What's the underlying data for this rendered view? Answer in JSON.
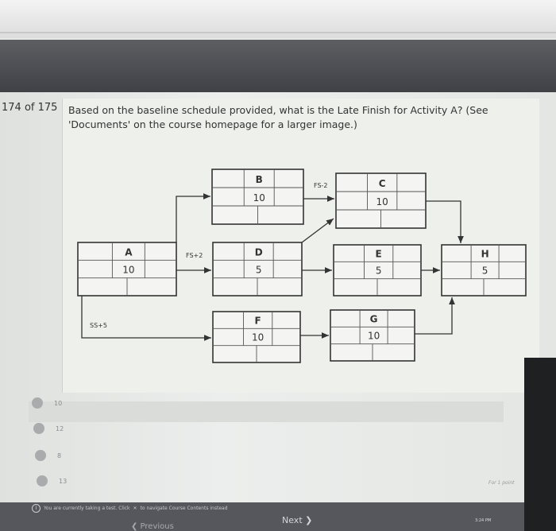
{
  "question": {
    "number": "174 of 175",
    "text": "Based on the baseline schedule provided, what is the Late Finish for Activity A? (See 'Documents' on the course homepage for a larger image.)"
  },
  "diagram": {
    "nodes": [
      {
        "id": "A",
        "duration": "10"
      },
      {
        "id": "B",
        "duration": "10"
      },
      {
        "id": "C",
        "duration": "10"
      },
      {
        "id": "D",
        "duration": "5"
      },
      {
        "id": "E",
        "duration": "5"
      },
      {
        "id": "F",
        "duration": "10"
      },
      {
        "id": "G",
        "duration": "10"
      },
      {
        "id": "H",
        "duration": "5"
      }
    ],
    "link_labels": {
      "fs_minus_2": "FS-2",
      "fs_plus_2": "FS+2",
      "ss_plus_5": "SS+5"
    }
  },
  "options": [
    "10",
    "12",
    "8",
    "13"
  ],
  "points": "For 1 point",
  "footer": {
    "notice": "You are currently taking a test. Click",
    "notice2": "to navigate Course Contents instead",
    "close": "✕",
    "next": "Next ❯",
    "previous": "❮ Previous",
    "clock": "3:24 PM"
  }
}
